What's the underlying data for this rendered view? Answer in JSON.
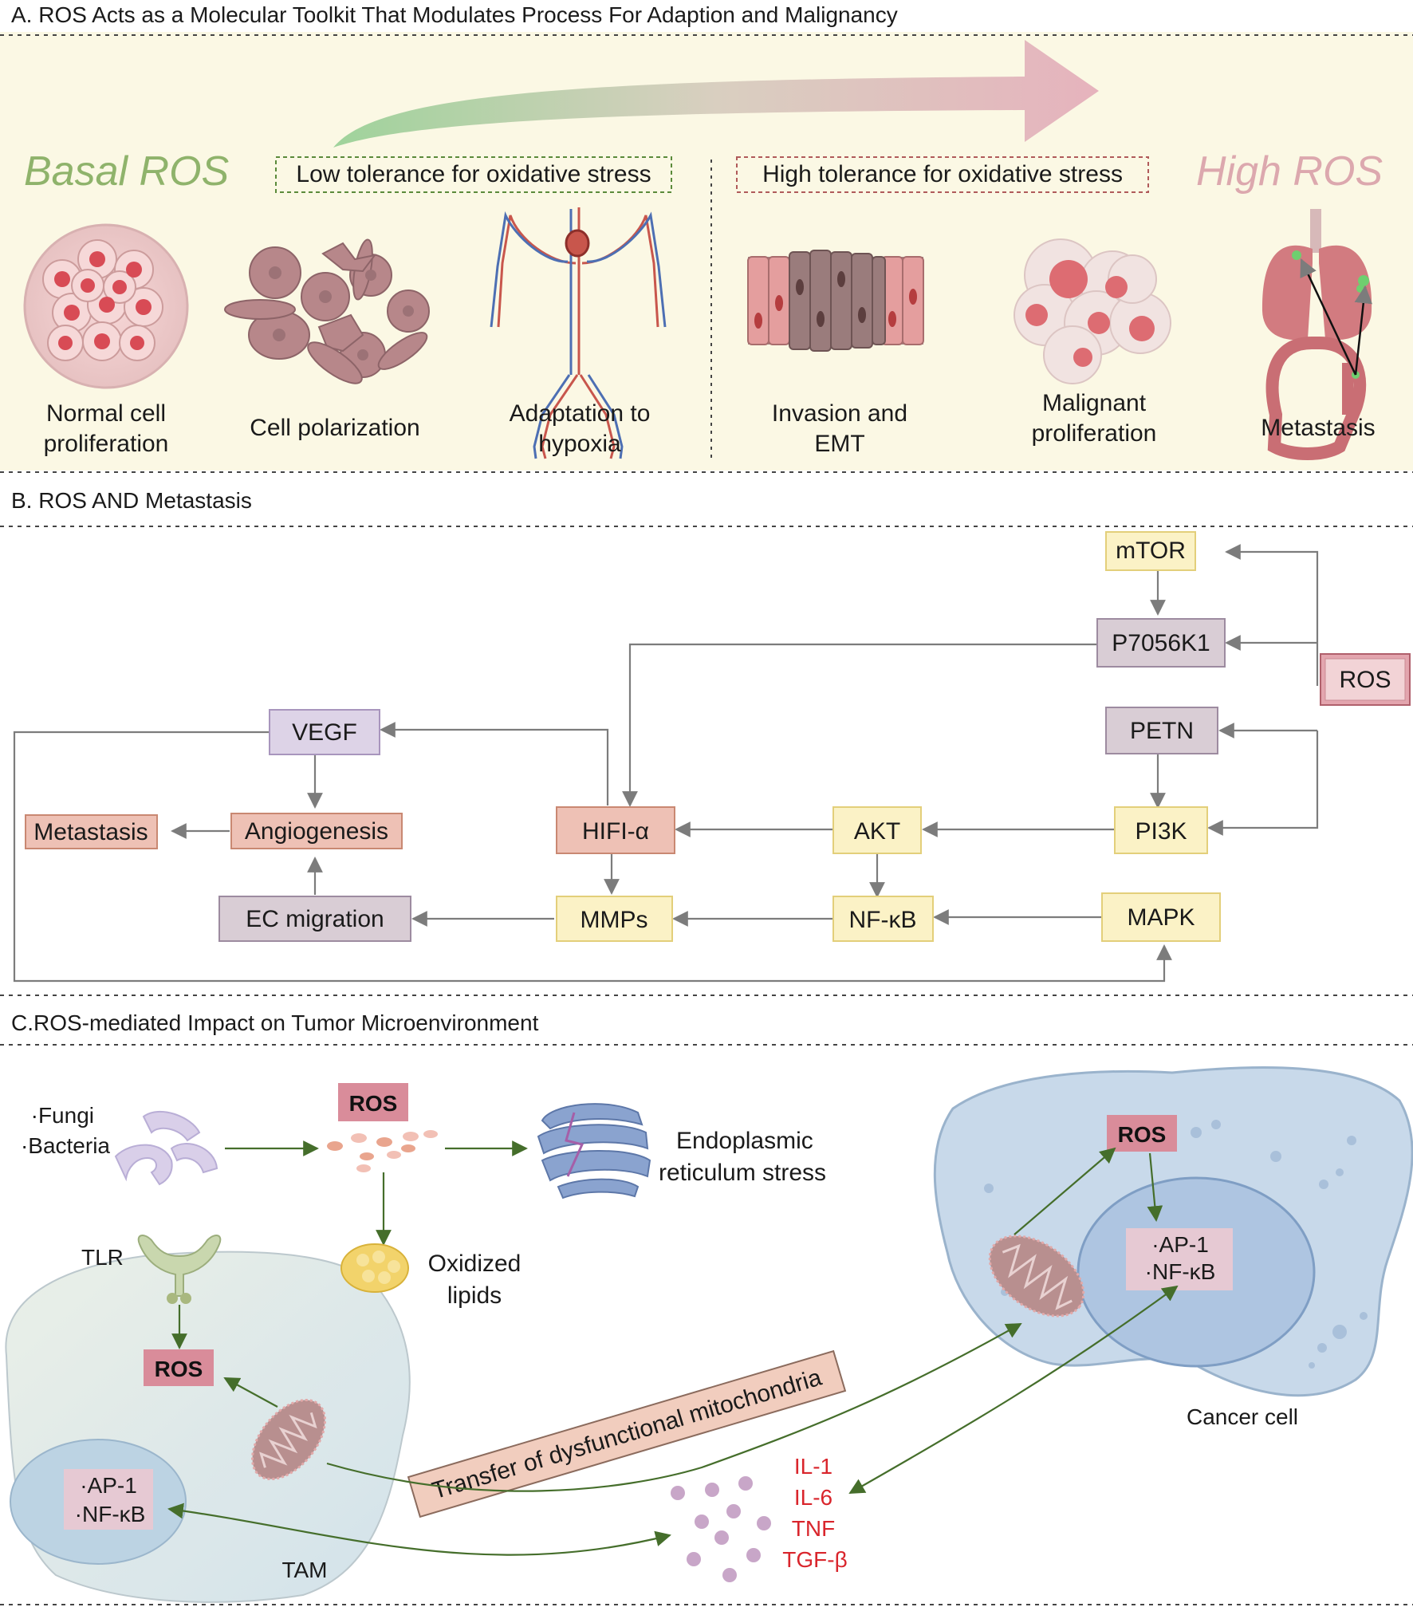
{
  "panel_a": {
    "title": "A. ROS Acts as a Molecular Toolkit That Modulates Process For Adaption and Malignancy",
    "basal_label": "Basal ROS",
    "high_label": "High ROS",
    "low_tolerance": "Low tolerance for oxidative stress",
    "high_tolerance": "High tolerance for oxidative stress",
    "items": [
      {
        "line1": "Normal cell",
        "line2": "proliferation"
      },
      {
        "line1": "Cell polarization",
        "line2": ""
      },
      {
        "line1": "Adaptation to",
        "line2": "hypoxia"
      },
      {
        "line1": "Invasion and",
        "line2": "EMT"
      },
      {
        "line1": "Malignant",
        "line2": "proliferation"
      },
      {
        "line1": "Metastasis",
        "line2": ""
      }
    ]
  },
  "panel_b": {
    "title": "B. ROS AND Metastasis",
    "nodes": {
      "mtor": "mTOR",
      "p70s6k1": "P7056K1",
      "ros": "ROS",
      "petn": "PETN",
      "pi3k": "PI3K",
      "akt": "AKT",
      "hif": "HIFI-α",
      "vegf": "VEGF",
      "angiogenesis": "Angiogenesis",
      "metastasis": "Metastasis",
      "ec_migration": "EC migration",
      "mmps": "MMPs",
      "nfkb": "NF-κB",
      "mapk": "MAPK"
    }
  },
  "panel_c": {
    "title": "C.ROS-mediated Impact on Tumor Microenvironment",
    "pathogens": [
      "·Fungi",
      "·Bacteria"
    ],
    "ros": "ROS",
    "er_stress": [
      "Endoplasmic",
      "reticulum stress"
    ],
    "oxidized_lipids": [
      "Oxidized",
      "lipids"
    ],
    "tlr": "TLR",
    "tam_ros": "ROS",
    "tam_nucleus": [
      "·AP-1",
      "·NF-κB"
    ],
    "tam_label": "TAM",
    "transfer_label": "Transfer of dysfunctional mitochondria",
    "cytokines": [
      "IL-1",
      "IL-6",
      "TNF",
      "TGF-β"
    ],
    "cancer_ros": "ROS",
    "cancer_nucleus": [
      "·AP-1",
      "·NF-κB"
    ],
    "cancer_label": "Cancer cell"
  },
  "colors": {
    "panel_bg": "#fbf8e4",
    "green_text": "#8fb36b",
    "pink_text": "#dca8ae",
    "yellow_box": "#fbf2c6",
    "purple_box": "#ddd3e7",
    "mauve_box": "#d9cdd5",
    "salmon_box": "#eec1b5",
    "ros_box": "#d98c9a",
    "arrow_gray": "#7c7c7c",
    "arrow_green": "#456e2b",
    "cytokine_red": "#d9252c"
  }
}
